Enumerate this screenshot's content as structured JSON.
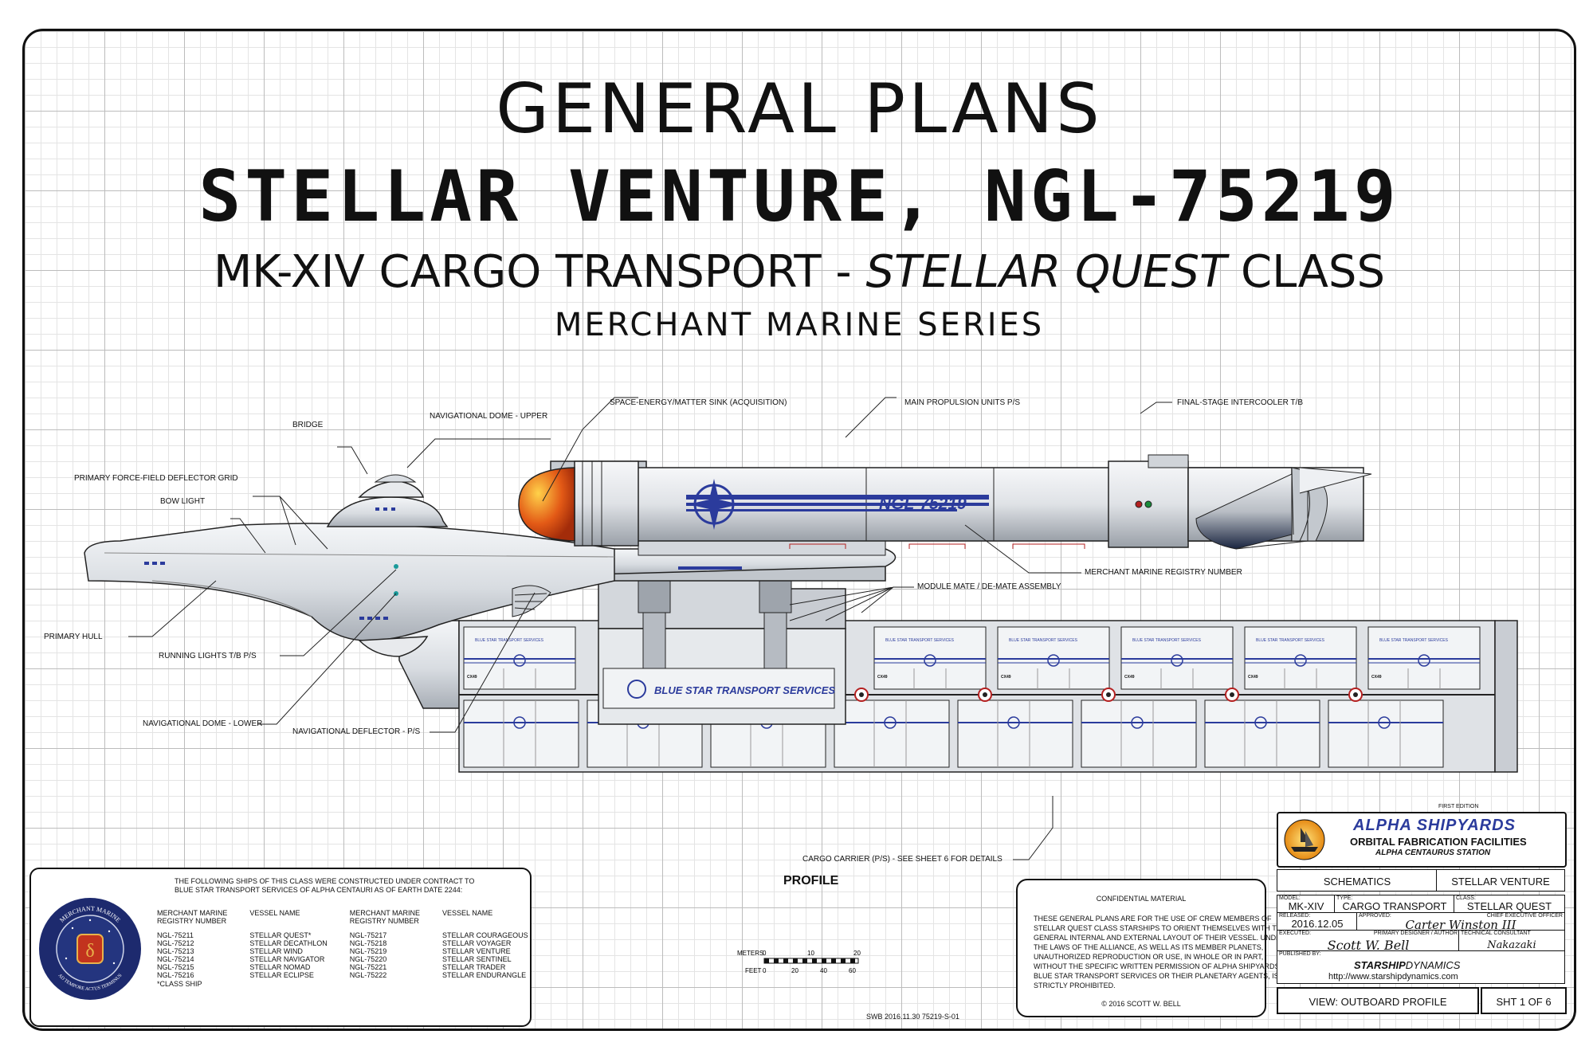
{
  "header": {
    "title": "GENERAL PLANS",
    "ship_name": "STELLAR VENTURE, NGL-75219",
    "subtitle_pre": "MK-XIV CARGO TRANSPORT - ",
    "subtitle_class": "STELLAR QUEST",
    "subtitle_post": " CLASS",
    "series": "MERCHANT MARINE SERIES"
  },
  "callouts": {
    "bridge": "BRIDGE",
    "nav_dome_upper": "NAVIGATIONAL DOME - UPPER",
    "sink": "SPACE-ENERGY/MATTER SINK (ACQUISITION)",
    "main_propulsion": "MAIN PROPULSION UNITS P/S",
    "intercooler": "FINAL-STAGE INTERCOOLER T/B",
    "deflector_grid": "PRIMARY FORCE-FIELD DEFLECTOR GRID",
    "bow_light": "BOW LIGHT",
    "registry_number": "MERCHANT MARINE REGISTRY NUMBER",
    "module_mate": "MODULE MATE / DE-MATE ASSEMBLY",
    "primary_hull": "PRIMARY HULL",
    "running_lights": "RUNNING LIGHTS T/B P/S",
    "nav_dome_lower": "NAVIGATIONAL DOME - LOWER",
    "nav_deflector": "NAVIGATIONAL DEFLECTOR - P/S",
    "cargo_carrier": "CARGO CARRIER (P/S)  -  SEE SHEET 6 FOR DETAILS"
  },
  "ship": {
    "hull_registry": "NGL-75219",
    "carrier_logo": "BLUE STAR TRANSPORT SERVICES",
    "module_label": "BLUE STAR TRANSPORT SERVICES",
    "module_code": "CX49",
    "colors": {
      "hull": "#d9dde2",
      "accent": "#2b3b9c",
      "dome": "#e05a1a",
      "outline": "#222222",
      "warn": "#b42020"
    }
  },
  "ships_list": {
    "intro_line1": "THE FOLLOWING SHIPS OF THIS CLASS WERE CONSTRUCTED UNDER CONTRACT TO",
    "intro_line2": "BLUE STAR TRANSPORT SERVICES OF ALPHA CENTAURI AS OF EARTH DATE 2244:",
    "col_headers": [
      "MERCHANT MARINE\nREGISTRY NUMBER",
      "VESSEL NAME",
      "MERCHANT MARINE\nREGISTRY NUMBER",
      "VESSEL NAME"
    ],
    "rows": [
      [
        "NGL-75211",
        "STELLAR QUEST*",
        "NGL-75217",
        "STELLAR COURAGEOUS"
      ],
      [
        "NGL-75212",
        "STELLAR DECATHLON",
        "NGL-75218",
        "STELLAR VOYAGER"
      ],
      [
        "NGL-75213",
        "STELLAR WIND",
        "NGL-75219",
        "STELLAR VENTURE"
      ],
      [
        "NGL-75214",
        "STELLAR NAVIGATOR",
        "NGL-75220",
        "STELLAR SENTINEL"
      ],
      [
        "NGL-75215",
        "STELLAR NOMAD",
        "NGL-75221",
        "STELLAR TRADER"
      ],
      [
        "NGL-75216",
        "STELLAR ECLIPSE",
        "NGL-75222",
        "STELLAR ENDURANGLE"
      ]
    ],
    "footnote": "*CLASS SHIP",
    "seal_top": "MERCHANT MARINE",
    "seal_bottom": "AD TEMPORE ACTUS TERMINUS"
  },
  "profile": {
    "label": "PROFILE",
    "meters_label": "METERS",
    "meters_ticks": [
      "0",
      "10",
      "20"
    ],
    "feet_label": "FEET",
    "feet_ticks": [
      "0",
      "20",
      "40",
      "60"
    ],
    "drawing_id": "SWB 2016.11.30 75219-S-01"
  },
  "confidential": {
    "heading": "CONFIDENTIAL MATERIAL",
    "lines": [
      "THESE GENERAL PLANS ARE FOR THE USE OF CREW MEMBERS OF",
      "STELLAR QUEST CLASS STARSHIPS TO ORIENT THEMSELVES WITH THE",
      "GENERAL INTERNAL AND EXTERNAL LAYOUT OF THEIR VESSEL. UNDER",
      "THE LAWS OF THE ALLIANCE, AS WELL AS ITS MEMBER PLANETS,",
      "UNAUTHORIZED REPRODUCTION OR USE, IN WHOLE OR IN PART,",
      "WITHOUT THE SPECIFIC WRITTEN PERMISSION OF ALPHA SHIPYARDS",
      "BLUE STAR TRANSPORT SERVICES OR THEIR PLANETARY AGENTS, IS",
      "STRICTLY PROHIBITED."
    ],
    "copyright": "© 2016 SCOTT W. BELL"
  },
  "title_block": {
    "edition": "FIRST EDITION",
    "company": "ALPHA SHIPYARDS",
    "facility": "ORBITAL FABRICATION FACILITIES",
    "station": "ALPHA CENTAURUS STATION",
    "doc_type": "SCHEMATICS",
    "vessel": "STELLAR VENTURE",
    "model_cap": "MODEL:",
    "model": "MK-XIV",
    "type_cap": "TYPE:",
    "type": "CARGO TRANSPORT",
    "class_cap": "CLASS:",
    "class": "STELLAR QUEST",
    "released_cap": "RELEASED:",
    "released": "2016.12.05",
    "approved_cap": "APPROVED:",
    "approved_sig": "Carter Winston III",
    "cxo_cap": "CHIEF EXECUTIVE OFFICER",
    "executed_cap": "EXECUTED:",
    "executed_sig": "Scott W. Bell",
    "designer_cap": "PRIMARY DESIGNER / AUTHOR",
    "consultant_cap": "TECHNICAL CONSULTANT",
    "consultant_sig": "Nakazaki",
    "published_cap": "PUBLISHED BY:",
    "publisher_a": "STARSHIP",
    "publisher_b": "DYNAMICS",
    "url": "http://www.starshipdynamics.com",
    "view": "VIEW: OUTBOARD PROFILE",
    "sheet": "SHT 1 OF 6"
  }
}
